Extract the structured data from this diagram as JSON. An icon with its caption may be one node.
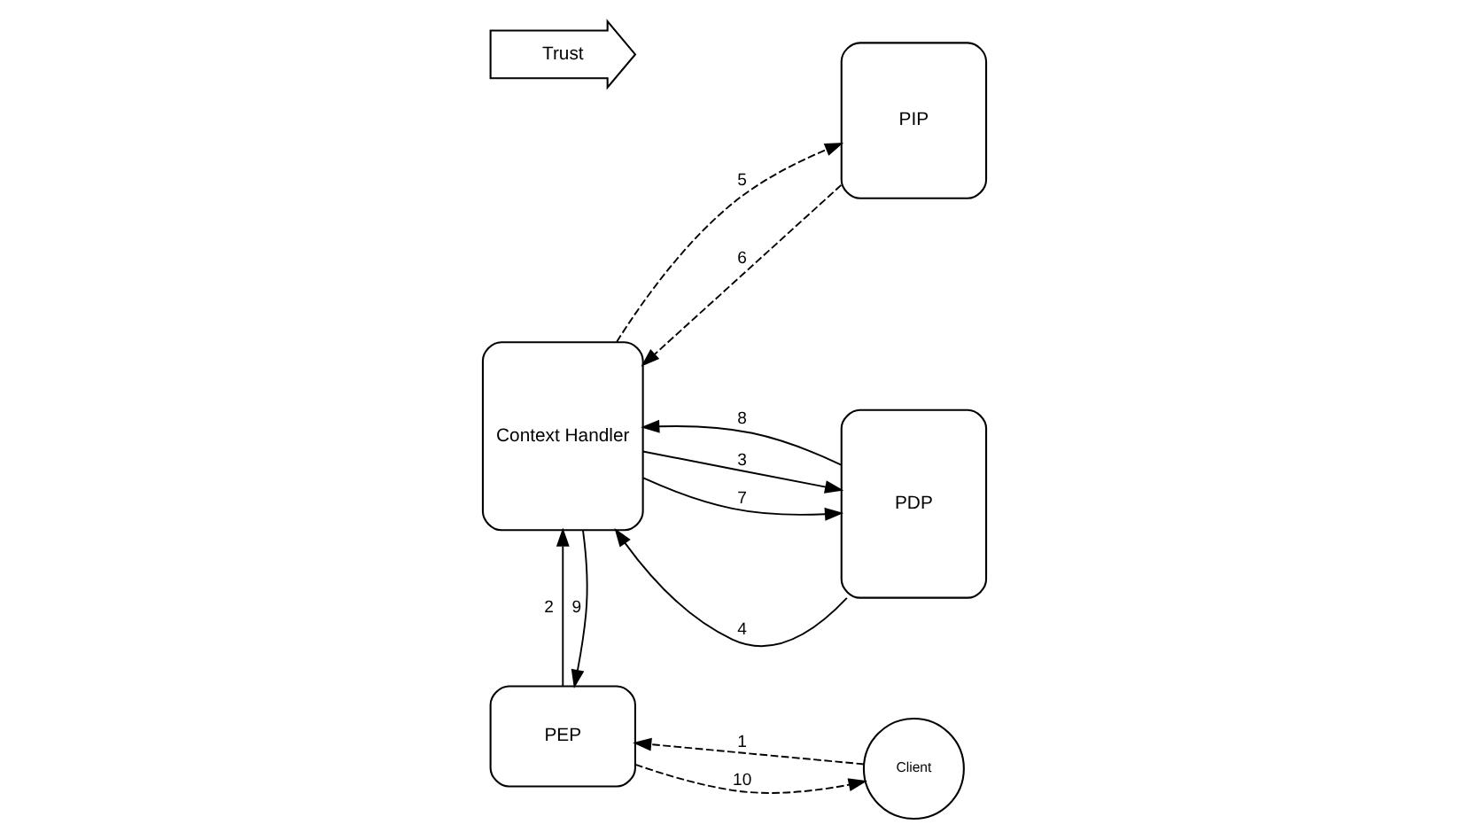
{
  "diagram": {
    "nodes": [
      {
        "text": [
          "PEP"
        ]
      },
      {
        "text": [
          "Client"
        ]
      },
      {
        "text": [
          "Context Handler"
        ]
      },
      {
        "text": [
          "PDP"
        ]
      },
      {
        "text": [
          "PIP"
        ]
      },
      {
        "text": [
          "Trust"
        ]
      }
    ],
    "edges": [
      {
        "from": 1,
        "to": 0,
        "arrow": "to",
        "label": "1",
        "style": "dashed"
      },
      {
        "from": 0,
        "to": 2,
        "arrow": "to",
        "label": "2"
      },
      {
        "from": 2,
        "to": 3,
        "arrow": "to",
        "label": "3"
      },
      {
        "from": 3,
        "to": 2,
        "arrow": "to",
        "label": "4"
      },
      {
        "from": 2,
        "to": 4,
        "arrow": "to",
        "label": "5",
        "style": "dashed"
      },
      {
        "from": 4,
        "to": 2,
        "arrow": "to",
        "label": "6",
        "style": "dashed"
      },
      {
        "from": 2,
        "to": 3,
        "arrow": "to",
        "label": "7"
      },
      {
        "from": 3,
        "to": 2,
        "arrow": "to",
        "label": "8"
      },
      {
        "from": 2,
        "to": 0,
        "arrow": "to",
        "label": "9"
      },
      {
        "from": 0,
        "to": 1,
        "arrow": "to",
        "label": "10",
        "style": "dashed"
      }
    ]
  }
}
